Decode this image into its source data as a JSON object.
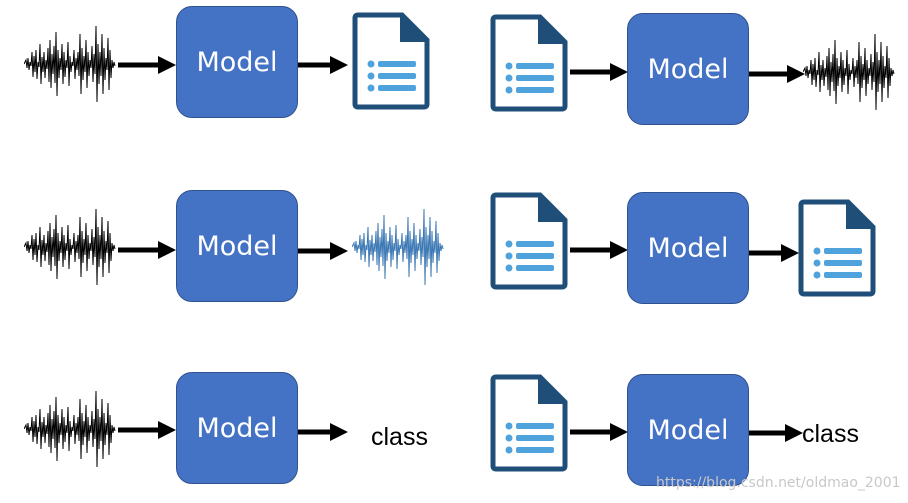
{
  "model_label": "Model",
  "class_label": "class",
  "watermark": "https://blog.csdn.net/oldmao_2001",
  "colors": {
    "model_fill": "#4472C4",
    "model_border": "#2F528F",
    "doc_dark": "#1F4E79",
    "doc_light": "#4FA3DC",
    "wave_black": "#000000",
    "wave_blue": "#3B78B4"
  },
  "icons": [
    "waveform-icon",
    "document-icon",
    "arrow-icon"
  ]
}
